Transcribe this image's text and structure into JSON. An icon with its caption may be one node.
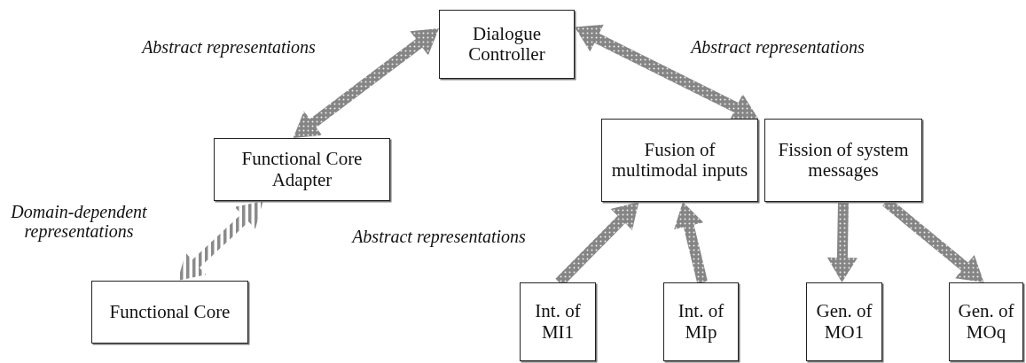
{
  "diagram": {
    "nodes": [
      {
        "text": [
          "Dialogue Controller"
        ]
      },
      {
        "text": [
          "Functional Core Adapter"
        ]
      },
      {
        "text": [
          "Functional Core"
        ]
      },
      {
        "text": [
          "Fusion of multimodal inputs"
        ]
      },
      {
        "text": [
          "Fission of system messages"
        ]
      },
      {
        "text": [
          "Int. of MI1"
        ]
      },
      {
        "text": [
          "Int. of MIp"
        ]
      },
      {
        "text": [
          "Gen. of MO1"
        ]
      },
      {
        "text": [
          "Gen. of MOq"
        ]
      }
    ],
    "edges": [
      {
        "from": 0,
        "to": 1,
        "arrow": "both",
        "label": "Abstract representations"
      },
      {
        "from": 0,
        "to": 3,
        "arrow": "both",
        "label": "Abstract representations"
      },
      {
        "from": 1,
        "to": 2,
        "arrow": "both",
        "label": "Domain-dependent representations",
        "style": "dashed"
      },
      {
        "from": 5,
        "to": 3,
        "arrow": "to",
        "label": "Abstract representations"
      },
      {
        "from": 6,
        "to": 3,
        "arrow": "to"
      },
      {
        "from": 4,
        "to": 7,
        "arrow": "to"
      },
      {
        "from": 4,
        "to": 8,
        "arrow": "to"
      }
    ]
  }
}
